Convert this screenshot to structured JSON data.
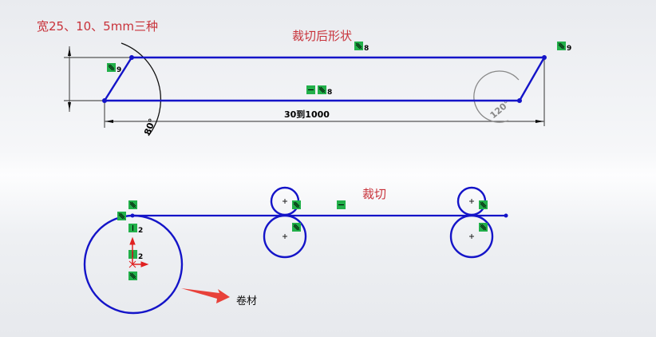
{
  "annotations": {
    "width_note": "宽25、10、5mm三种",
    "cut_shape": "裁切后形状",
    "cut": "裁切",
    "coil": "卷材"
  },
  "dimensions": {
    "length": "30到1000",
    "angle_left": "80°",
    "angle_right": "120°"
  },
  "relations": {
    "top_line": "8",
    "bottom_line": "8",
    "left_edge": "9",
    "right_edge": "9",
    "vertical_1": "2",
    "vertical_2": "2"
  },
  "colors": {
    "sketch": "#1414c8",
    "note": "#c8323a",
    "relation": "#22b04a"
  }
}
